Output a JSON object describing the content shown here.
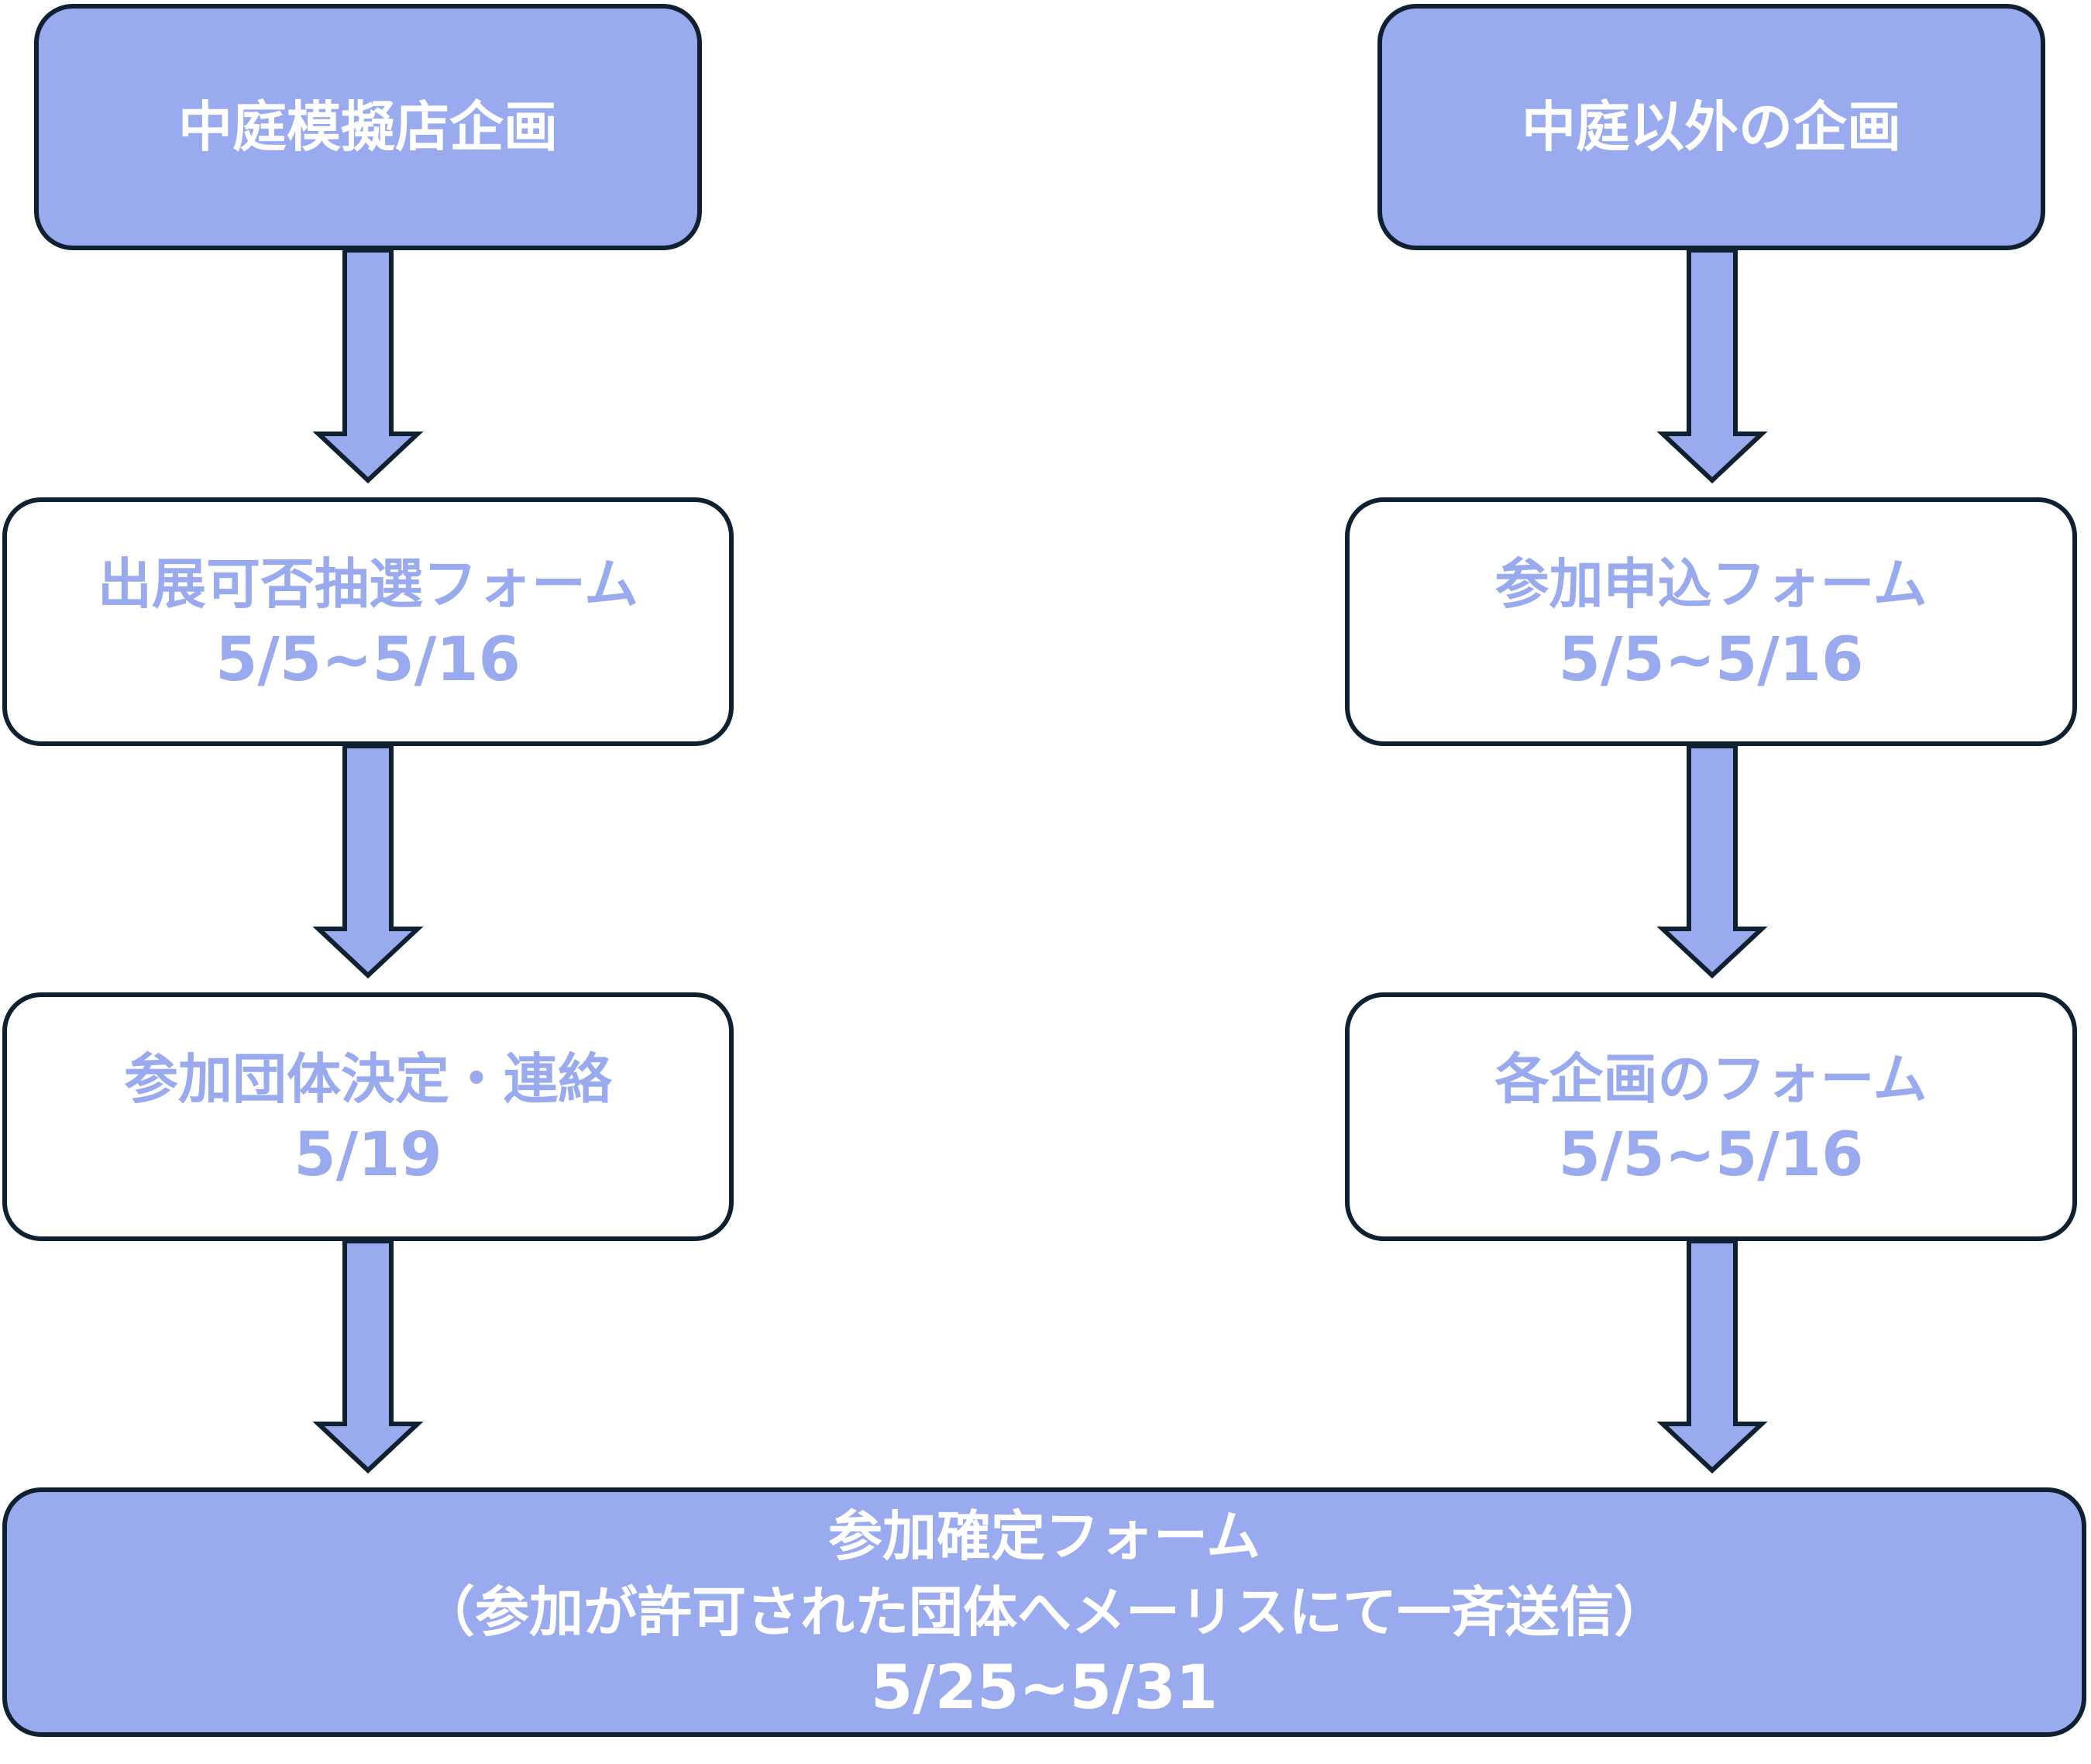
{
  "left_column": {
    "header": "中庭模擬店企画",
    "step1": {
      "title": "出展可否抽選フォーム",
      "date": "5/5~5/16"
    },
    "step2": {
      "title": "参加団体決定・連絡",
      "date": "5/19"
    }
  },
  "right_column": {
    "header": "中庭以外の企画",
    "step1": {
      "title": "参加申込フォーム",
      "date": "5/5~5/16"
    },
    "step2": {
      "title": "各企画のフォーム",
      "date": "5/5~5/16"
    }
  },
  "final": {
    "title": "参加確定フォーム",
    "note": "（参加が許可された団体へメーリスにて一斉送信）",
    "date": "5/25~5/31"
  },
  "colors": {
    "accent": "#99aaee",
    "border": "#0f2030",
    "background": "#ffffff"
  }
}
